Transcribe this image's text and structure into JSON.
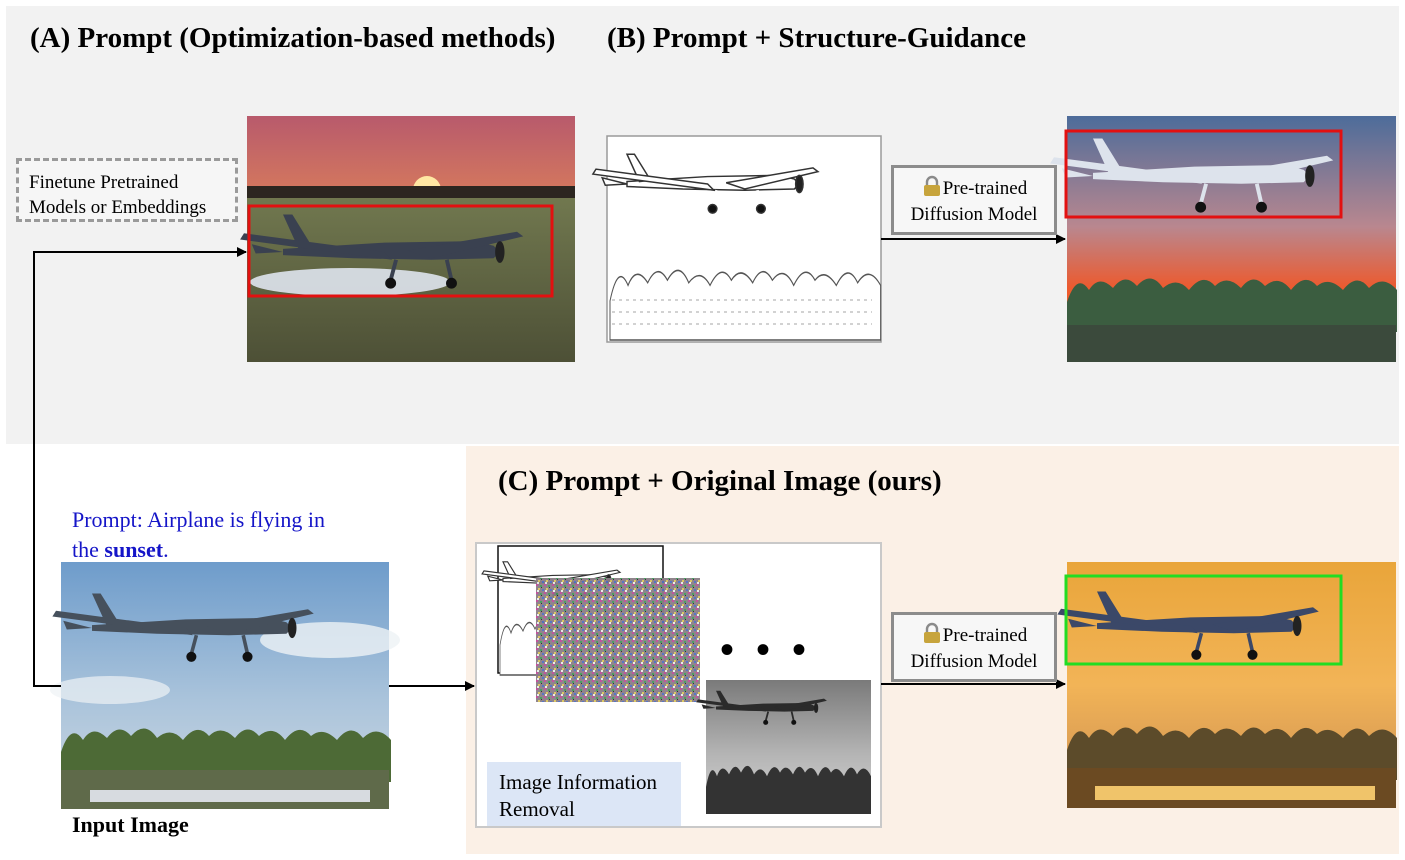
{
  "panels": {
    "a_title": "(A) Prompt (Optimization-based methods)",
    "b_title": "(B) Prompt + Structure-Guidance",
    "c_title": "(C) Prompt + Original Image (ours)"
  },
  "finetune_box": {
    "line1": "Finetune Pretrained",
    "line2": "Models or Embeddings"
  },
  "model_box": {
    "line1": "Pre-trained",
    "line2": "Diffusion Model"
  },
  "prompt": {
    "line1": "Prompt: Airplane is flying in",
    "line2_prefix": "the ",
    "line2_bold": "sunset",
    "line2_suffix": "."
  },
  "input_caption": "Input Image",
  "removal_box": {
    "line1": "Image Information",
    "line2": "Removal"
  },
  "ellipsis": "• • •",
  "colors": {
    "top_panel_bg": "#f2f2f2",
    "bottom_panel_bg": "#fbf0e6",
    "prompt_text": "#1515c8",
    "highlight_bad": "#e31010",
    "highlight_good": "#22dd22",
    "removal_box_bg": "#dce6f6"
  },
  "icons": [
    "lock-icon",
    "airplane-icon",
    "arrow-icon"
  ]
}
